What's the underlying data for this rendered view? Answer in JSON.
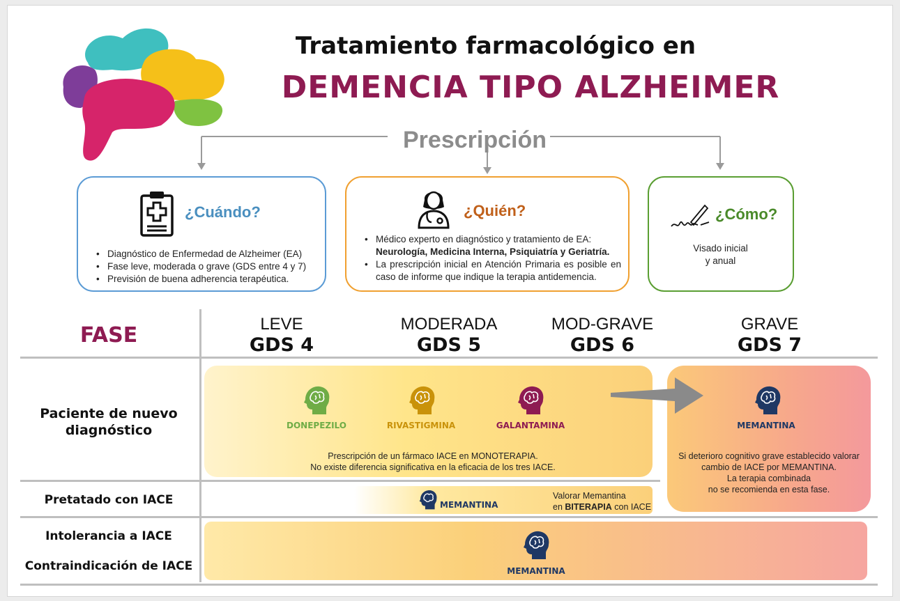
{
  "header": {
    "title_line1": "Tratamiento farmacológico en",
    "title_line2": "DEMENCIA TIPO ALZHEIMER",
    "section": "Prescripción"
  },
  "cuando": {
    "title": "¿Cuándo?",
    "items": [
      "Diagnóstico de Enfermedad de Alzheimer (EA)",
      "Fase leve, moderada o grave (GDS entre 4 y 7)",
      "Previsión de buena adherencia terapéutica."
    ]
  },
  "quien": {
    "title": "¿Quién?",
    "item1_a": "Médico experto en diagnóstico y tratamiento de EA:",
    "item1_b": "Neurología, Medicina Interna, Psiquiatría y Geriatría.",
    "item2": "La prescripción inicial en Atención Primaria es posible en caso de informe que indique la terapia antidemencia."
  },
  "como": {
    "title": "¿Cómo?",
    "line1": "Visado inicial",
    "line2": "y anual"
  },
  "table": {
    "fase_label": "FASE",
    "stages": [
      {
        "name": "LEVE",
        "gds": "GDS 4"
      },
      {
        "name": "MODERADA",
        "gds": "GDS 5"
      },
      {
        "name": "MOD-GRAVE",
        "gds": "GDS 6"
      },
      {
        "name": "GRAVE",
        "gds": "GDS 7"
      }
    ],
    "rows": {
      "nuevo": "Paciente de nuevo diagnóstico",
      "pretratado": "Pretatado con IACE",
      "intolerancia": "Intolerancia a IACE",
      "contraindicacion": "Contraindicación de IACE"
    }
  },
  "drugs": {
    "donepezilo": "DONEPEZILO",
    "rivastigmina": "RIVASTIGMINA",
    "galantamina": "GALANTAMINA",
    "memantina": "MEMANTINA"
  },
  "notes": {
    "mono1": "Prescripción de un fármaco IACE en MONOTERAPIA.",
    "mono2": "No existe diferencia significativa en la eficacia de los tres IACE.",
    "grave1": "Si deterioro cognitivo grave establecido valorar cambio de IACE por MEMANTINA.",
    "grave2": "La terapia combinada",
    "grave3": "no se recomienda en esta fase.",
    "bi1": "Valorar Memantina",
    "bi2_pre": "en ",
    "bi2_bold": "BITERAPIA",
    "bi2_post": " con IACE"
  },
  "colors": {
    "green": "#6fac46",
    "gold": "#c9920a",
    "magenta": "#8e1b52",
    "navy": "#1f3864",
    "blue_border": "#5b9bd5",
    "orange_border": "#f0a030",
    "green_border": "#5a9e32"
  }
}
